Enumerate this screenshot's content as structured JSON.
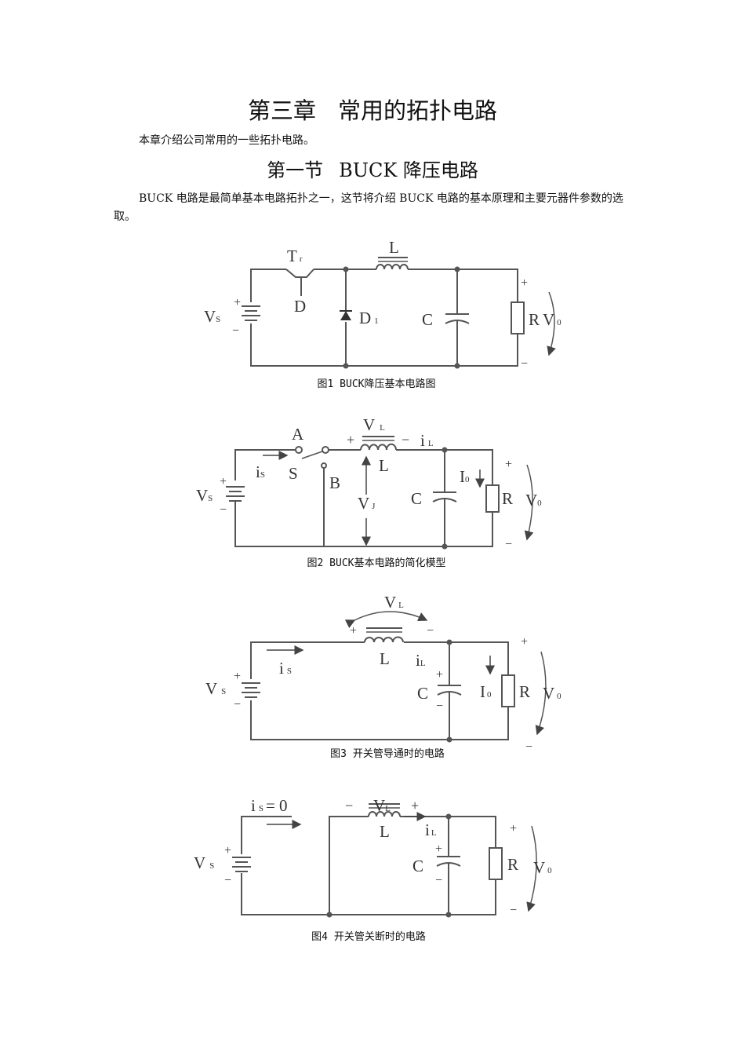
{
  "chapter_title": {
    "number": "第三章",
    "text": "常用的拓扑电路"
  },
  "intro": "本章介绍公司常用的一些拓扑电路。",
  "section_title": {
    "number": "第一节",
    "text": "BUCK 降压电路"
  },
  "paragraph": "BUCK 电路是最简单基本电路拓扑之一，这节将介绍 BUCK 电路的基本原理和主要元器件参数的选取。",
  "figures": [
    {
      "caption": "图1 BUCK降压基本电路图",
      "labels": {
        "Tr": "T",
        "Tr_sub": "r",
        "D": "D",
        "L": "L",
        "Vs": "V",
        "Vs_sub": "S",
        "D1": "D",
        "D1_sub": "1",
        "C": "C",
        "R": "R",
        "Vo": "V",
        "Vo_sub": "0",
        "plus": "+",
        "minus": "−"
      }
    },
    {
      "caption": "图2 BUCK基本电路的简化模型",
      "labels": {
        "A": "A",
        "B": "B",
        "S": "S",
        "is": "i",
        "is_sub": "S",
        "VL": "V",
        "VL_sub": "L",
        "iL": "i",
        "iL_sub": "L",
        "L": "L",
        "VJ": "V",
        "VJ_sub": "J",
        "C": "C",
        "I0": "I",
        "I0_sub": "0",
        "R": "R",
        "Vs": "V",
        "Vs_sub": "S",
        "Vo": "V",
        "Vo_sub": "0",
        "plus": "+",
        "minus": "−"
      }
    },
    {
      "caption": "图3 开关管导通时的电路",
      "labels": {
        "VL": "V",
        "VL_sub": "L",
        "is": "i",
        "is_sub": "S",
        "L": "L",
        "iL": "i",
        "iL_sub": "L",
        "C": "C",
        "I0": "I",
        "I0_sub": "0",
        "R": "R",
        "Vs": "V",
        "Vs_sub": "S",
        "Vo": "V",
        "Vo_sub": "0",
        "plus": "+",
        "minus": "−"
      }
    },
    {
      "caption": "图4 开关管关断时的电路",
      "labels": {
        "is0": "i",
        "is0_sub": "S",
        "is0_val": "= 0",
        "VL": "V",
        "VL_sub": "L",
        "L": "L",
        "iL": "i",
        "iL_sub": "L",
        "C": "C",
        "R": "R",
        "Vs": "V",
        "Vs_sub": "S",
        "Vo": "V",
        "Vo_sub": "0",
        "plus": "+",
        "minus": "−"
      }
    }
  ]
}
